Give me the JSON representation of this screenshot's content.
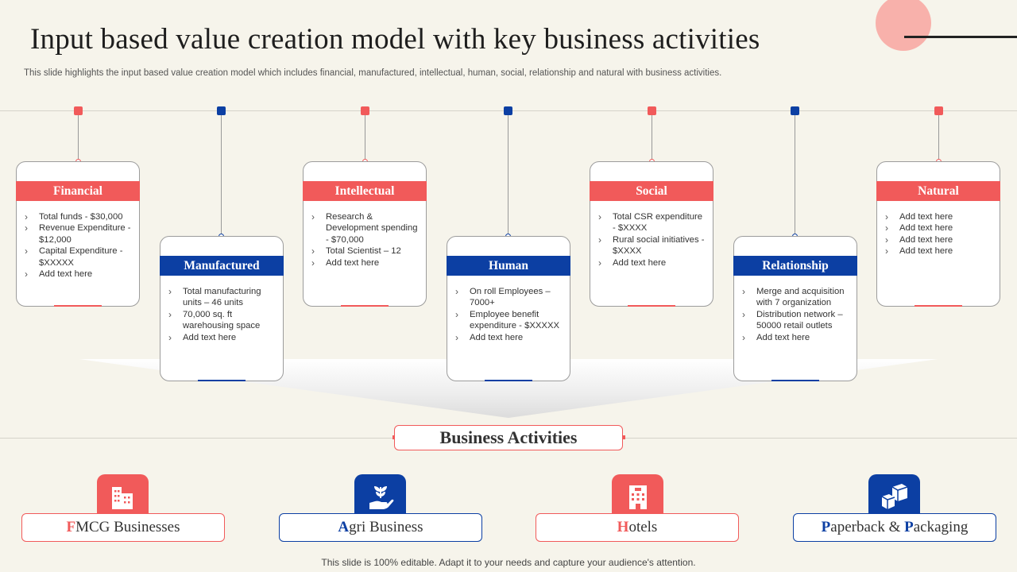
{
  "title": "Input based value creation model with key business activities",
  "subtitle": "This slide highlights the input based value creation model which includes financial, manufactured, intellectual, human, social, relationship and natural with business activities.",
  "cards": [
    {
      "title": "Financial",
      "color": "#f15a5a",
      "items": [
        "Total funds - $30,000",
        "Revenue Expenditure - $12,000",
        "Capital Expenditure - $XXXXX",
        "Add text here"
      ]
    },
    {
      "title": "Manufactured",
      "color": "#0c3fa3",
      "items": [
        "Total manufacturing units – 46 units",
        "70,000 sq. ft warehousing space",
        "Add text here"
      ]
    },
    {
      "title": "Intellectual",
      "color": "#f15a5a",
      "items": [
        "Research & Development spending - $70,000",
        "Total Scientist – 12",
        "Add text here"
      ]
    },
    {
      "title": "Human",
      "color": "#0c3fa3",
      "items": [
        "On roll Employees – 7000+",
        "Employee benefit expenditure - $XXXXX",
        "Add text here"
      ]
    },
    {
      "title": "Social",
      "color": "#f15a5a",
      "items": [
        "Total CSR expenditure - $XXXX",
        "Rural social initiatives - $XXXX",
        "Add text here"
      ]
    },
    {
      "title": "Relationship",
      "color": "#0c3fa3",
      "items": [
        "Merge and acquisition with 7 organization",
        "Distribution network – 50000 retail outlets",
        "Add text here"
      ]
    },
    {
      "title": "Natural",
      "color": "#f15a5a",
      "items": [
        "Add text here",
        "Add text here",
        "Add text here",
        "Add text here"
      ]
    }
  ],
  "business_activities_title": "Business Activities",
  "activities": [
    {
      "first": "F",
      "rest": "MCG Businesses",
      "icon": "buildings-icon",
      "color": "#f15a5a"
    },
    {
      "first": "A",
      "rest": "gri Business",
      "icon": "plant-in-hand-icon",
      "color": "#0c3fa3"
    },
    {
      "first": "H",
      "rest": "otels",
      "icon": "hotel-icon",
      "color": "#f15a5a"
    },
    {
      "first": "P",
      "rest": "aperback & ",
      "first2": "P",
      "rest2": "ackaging",
      "icon": "boxes-icon",
      "color": "#0c3fa3"
    }
  ],
  "footer": "This slide is 100% editable. Adapt it to your needs and capture your audience's attention."
}
